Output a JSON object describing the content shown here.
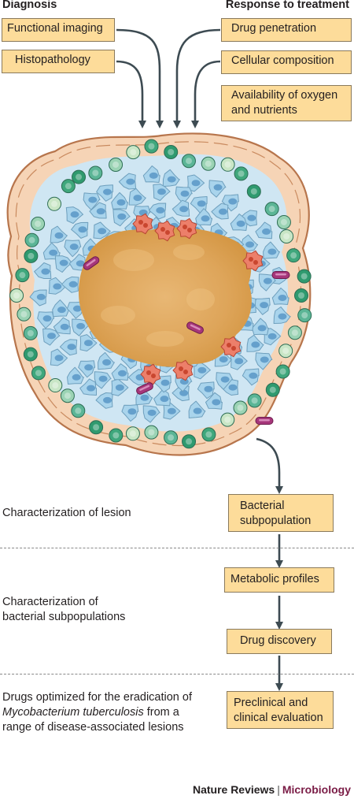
{
  "headers": {
    "diagnosis": "Diagnosis",
    "response": "Response to treatment"
  },
  "left_boxes": [
    "Functional imaging",
    "Histopathology"
  ],
  "right_boxes": [
    [
      "Drug penetration"
    ],
    [
      "Cellular composition"
    ],
    [
      "Availability of oxygen",
      "and nutrients"
    ]
  ],
  "pipeline": [
    [
      "Bacterial",
      "subpopulation"
    ],
    [
      "Metabolic profiles"
    ],
    [
      "Drug discovery"
    ],
    [
      "Preclinical and",
      "clinical evaluation"
    ]
  ],
  "side_labels": {
    "lesion": "Characterization of lesion",
    "subpop_1": "Characterization of",
    "subpop_2": "bacterial subpopulations",
    "drugs_1": "Drugs optimized for the eradication of",
    "drugs_2_italic": "Mycobacterium tuberculosis",
    "drugs_2_rest": " from a",
    "drugs_3": "range of disease-associated lesions"
  },
  "footer": {
    "journal": "Nature Reviews",
    "separator": "|",
    "section": "Microbiology"
  },
  "colors": {
    "box_fill": "#fddc9a",
    "caseum": "#dba256",
    "macrophage": "#a9d4ec",
    "fibroblast": "#f3c39f",
    "lymphocyte": "#5bb596",
    "neutrophil": "#ec7f6a",
    "bacterium": "#a6367a",
    "arrow": "#3d4b52"
  },
  "icons": [
    "arrow-down-icon",
    "granuloma-illustration"
  ]
}
